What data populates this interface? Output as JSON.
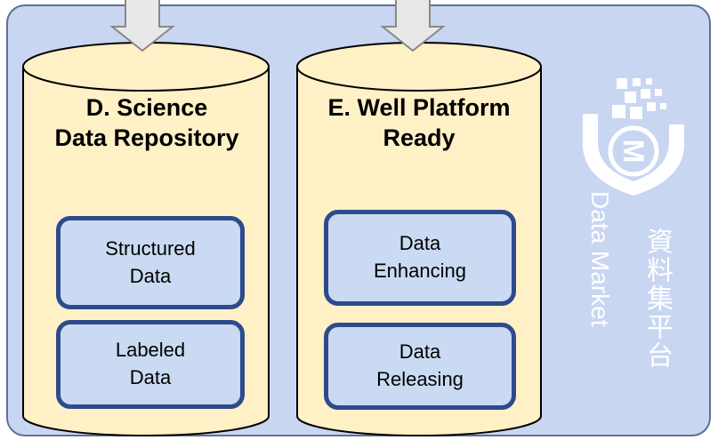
{
  "colors": {
    "outer_fill": "#c9d6f2",
    "outer_border": "#5f6f96",
    "cylinder_fill": "#fff0c6",
    "box_border": "#2f4a8c",
    "box_fill": "#c9daf2",
    "brand_panel": "#27a9c6"
  },
  "left_cylinder": {
    "title_line1": "D. Science",
    "title_line2": "Data Repository",
    "box1_line1": "Structured",
    "box1_line2": "Data",
    "box2_line1": "Labeled",
    "box2_line2": "Data"
  },
  "right_cylinder": {
    "title_line1": "E. Well Platform",
    "title_line2": "Ready",
    "box1_line1": "Data",
    "box1_line2": "Enhancing",
    "box2_line1": "Data",
    "box2_line2": "Releasing"
  },
  "brand": {
    "logo_letter": "M",
    "chinese": "資料集平台",
    "english": "Data Market"
  }
}
